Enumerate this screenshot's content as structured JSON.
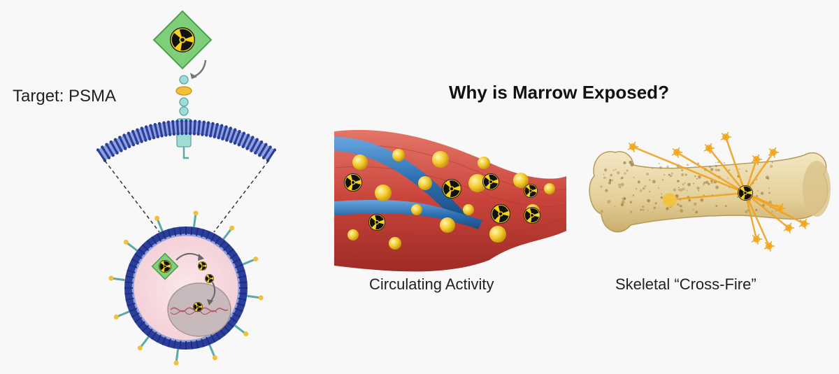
{
  "left_panel": {
    "target_label": "Target:  PSMA"
  },
  "right_panel": {
    "title": "Why is Marrow Exposed?",
    "captions": {
      "circulating": "Circulating Activity",
      "skeletal": "Skeletal “Cross-Fire”"
    }
  },
  "colors": {
    "radiation_yellow": "#f5d21e",
    "radioligand_green": "#7fcf7a",
    "membrane_blue": "#2b3f9a",
    "receptor_teal": "#9fdcd6",
    "muscle_red": "#c8433a",
    "vessel_blue": "#2d6fb0",
    "bone_beige": "#ead9ae",
    "crossfire_orange": "#f0a21e"
  }
}
